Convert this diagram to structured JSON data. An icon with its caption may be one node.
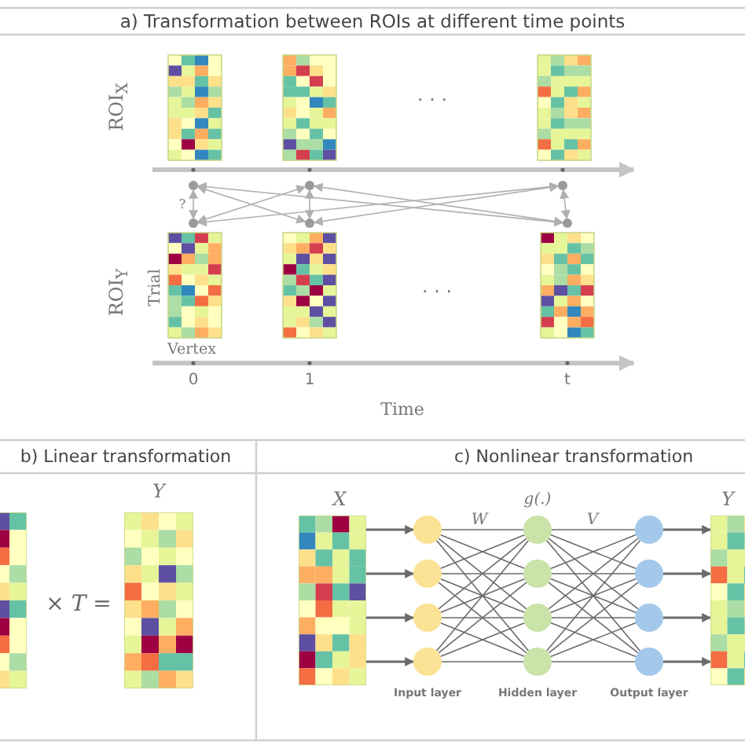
{
  "diagram": {
    "nodes": [
      {
        "text": [],
        "shape": "circle"
      },
      {
        "text": [],
        "shape": "circle"
      },
      {
        "text": [],
        "shape": "circle"
      },
      {
        "text": [],
        "shape": "circle"
      },
      {
        "text": [],
        "shape": "circle"
      },
      {
        "text": [],
        "shape": "circle"
      },
      {
        "text": [],
        "shape": "picture"
      },
      {
        "text": [],
        "shape": "picture",
        "beside": [
          "Y"
        ]
      },
      {
        "text": [],
        "shape": "picture",
        "beside": [
          "X"
        ]
      },
      {
        "text": [],
        "shape": "circle"
      },
      {
        "text": [],
        "shape": "circle"
      },
      {
        "text": [],
        "shape": "circle"
      },
      {
        "text": [],
        "shape": "circle"
      },
      {
        "text": [],
        "shape": "circle"
      },
      {
        "text": [],
        "shape": "circle"
      },
      {
        "text": [],
        "shape": "circle"
      },
      {
        "text": [],
        "shape": "circle"
      },
      {
        "text": [],
        "shape": "circle"
      },
      {
        "text": [],
        "shape": "circle"
      },
      {
        "text": [],
        "shape": "circle"
      },
      {
        "text": [],
        "shape": "circle"
      },
      {
        "text": [],
        "shape": "picture",
        "beside": [
          "Y"
        ]
      }
    ],
    "edges": [
      {
        "from": 0,
        "to": 3,
        "arrow": "both",
        "color": "#b0b0b0"
      },
      {
        "from": 0,
        "to": 4,
        "arrow": "both",
        "color": "#b0b0b0"
      },
      {
        "from": 0,
        "to": 5,
        "arrow": "both",
        "color": "#b0b0b0"
      },
      {
        "from": 1,
        "to": 3,
        "arrow": "both",
        "color": "#b0b0b0"
      },
      {
        "from": 1,
        "to": 4,
        "arrow": "both",
        "color": "#b0b0b0"
      },
      {
        "from": 1,
        "to": 5,
        "arrow": "both",
        "color": "#b0b0b0"
      },
      {
        "from": 2,
        "to": 3,
        "arrow": "both",
        "color": "#b0b0b0"
      },
      {
        "from": 2,
        "to": 4,
        "arrow": "both",
        "color": "#b0b0b0"
      },
      {
        "from": 2,
        "to": 5,
        "arrow": "both",
        "color": "#b0b0b0"
      },
      {
        "from": 8,
        "to": 9,
        "arrow": "to"
      },
      {
        "from": 8,
        "to": 10,
        "arrow": "to"
      },
      {
        "from": 8,
        "to": 11,
        "arrow": "to"
      },
      {
        "from": 8,
        "to": 12,
        "arrow": "to"
      },
      {
        "from": 9,
        "to": 13,
        "arrow": "none"
      },
      {
        "from": 9,
        "to": 14,
        "arrow": "none"
      },
      {
        "from": 9,
        "to": 15,
        "arrow": "none"
      },
      {
        "from": 9,
        "to": 16,
        "arrow": "none"
      },
      {
        "from": 10,
        "to": 13,
        "arrow": "none"
      },
      {
        "from": 10,
        "to": 14,
        "arrow": "none"
      },
      {
        "from": 10,
        "to": 15,
        "arrow": "none"
      },
      {
        "from": 10,
        "to": 16,
        "arrow": "none"
      },
      {
        "from": 11,
        "to": 13,
        "arrow": "none"
      },
      {
        "from": 11,
        "to": 14,
        "arrow": "none"
      },
      {
        "from": 11,
        "to": 15,
        "arrow": "none"
      },
      {
        "from": 11,
        "to": 16,
        "arrow": "none"
      },
      {
        "from": 12,
        "to": 13,
        "arrow": "none"
      },
      {
        "from": 12,
        "to": 14,
        "arrow": "none"
      },
      {
        "from": 12,
        "to": 15,
        "arrow": "none"
      },
      {
        "from": 12,
        "to": 16,
        "arrow": "none"
      },
      {
        "from": 13,
        "to": 17,
        "arrow": "none"
      },
      {
        "from": 13,
        "to": 18,
        "arrow": "none"
      },
      {
        "from": 13,
        "to": 19,
        "arrow": "none"
      },
      {
        "from": 13,
        "to": 20,
        "arrow": "none"
      },
      {
        "from": 14,
        "to": 17,
        "arrow": "none"
      },
      {
        "from": 14,
        "to": 18,
        "arrow": "none"
      },
      {
        "from": 14,
        "to": 19,
        "arrow": "none"
      },
      {
        "from": 14,
        "to": 20,
        "arrow": "none"
      },
      {
        "from": 15,
        "to": 17,
        "arrow": "none"
      },
      {
        "from": 15,
        "to": 18,
        "arrow": "none"
      },
      {
        "from": 15,
        "to": 19,
        "arrow": "none"
      },
      {
        "from": 15,
        "to": 20,
        "arrow": "none"
      },
      {
        "from": 16,
        "to": 17,
        "arrow": "none"
      },
      {
        "from": 16,
        "to": 18,
        "arrow": "none"
      },
      {
        "from": 16,
        "to": 19,
        "arrow": "none"
      },
      {
        "from": 16,
        "to": 20,
        "arrow": "none"
      },
      {
        "from": 17,
        "to": 21,
        "arrow": "to"
      },
      {
        "from": 18,
        "to": 21,
        "arrow": "to"
      },
      {
        "from": 19,
        "to": 21,
        "arrow": "to"
      },
      {
        "from": 20,
        "to": 21,
        "arrow": "to"
      }
    ],
    "labels": [
      "a)   Transformation between ROIs at different time points",
      "ROI$_{X}$",
      "· · ·",
      "?",
      "ROI$_{Y}$",
      "Trial",
      "· · ·",
      "Vertex",
      "0",
      "1",
      "t",
      "Time",
      "b)   Linear transformation",
      "c)   Nonlinear transformation",
      "× *T* =",
      "W",
      "g(.)",
      "V",
      "Input layer",
      "Hidden layer",
      "Output layer"
    ]
  }
}
